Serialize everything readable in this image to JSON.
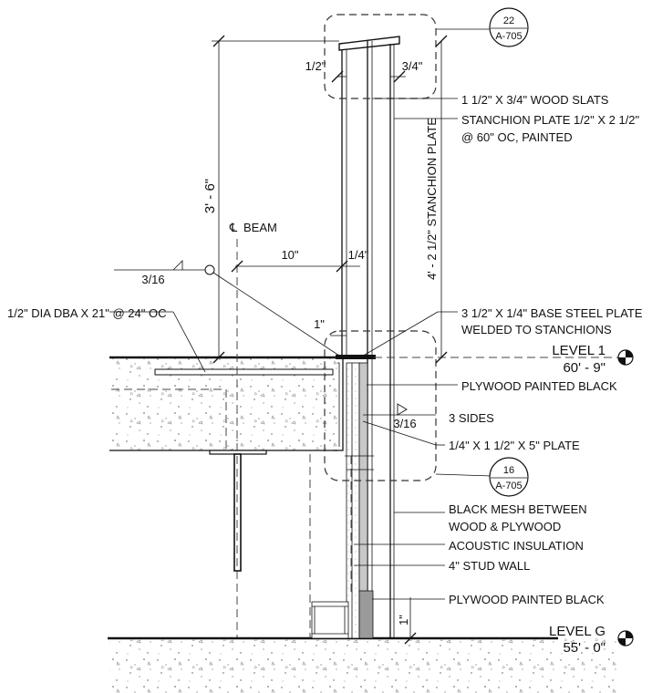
{
  "callouts": {
    "top": {
      "number": "22",
      "sheet": "A-705"
    },
    "mid": {
      "number": "16",
      "sheet": "A-705"
    }
  },
  "levels": {
    "level1": {
      "name": "LEVEL 1",
      "elevation": "60' - 9\""
    },
    "levelG": {
      "name": "LEVEL G",
      "elevation": "55' - 0\""
    }
  },
  "dimensions": {
    "height": "3' - 6\"",
    "stanchion_plate": "4' - 2 1/2\"  STANCHION PLATE",
    "beam_offset": "10\"",
    "quarter": "1/4\"",
    "half_left": "1/2\"",
    "three_quarter": "3/4\"",
    "one_inch_top": "1\"",
    "one_inch_bottom": "1\""
  },
  "weld_symbols": {
    "left": "3/16",
    "right": "3/16",
    "right_note": "3 SIDES"
  },
  "beam_label": "BEAM",
  "centerline_symbol": "℄",
  "notes": {
    "wood_slats": "1 1/2\" X 3/4\" WOOD SLATS",
    "stanchion_plate_1": "STANCHION PLATE 1/2\" X 2 1/2\"",
    "stanchion_plate_2": "@ 60\" OC, PAINTED",
    "base_plate_1": "3 1/2\" X 1/4\" BASE STEEL PLATE",
    "base_plate_2": "WELDED TO STANCHIONS",
    "plywood_1": "PLYWOOD PAINTED BLACK",
    "plate_small": "1/4\" X 1 1/2\" X 5\" PLATE",
    "mesh_1": "BLACK MESH BETWEEN",
    "mesh_2": "WOOD & PLYWOOD",
    "acoustic": "ACOUSTIC INSULATION",
    "stud_wall": "4\" STUD WALL",
    "plywood_2": "PLYWOOD PAINTED BLACK",
    "dba": "1/2\" DIA DBA X 21\" @ 24\" OC"
  }
}
